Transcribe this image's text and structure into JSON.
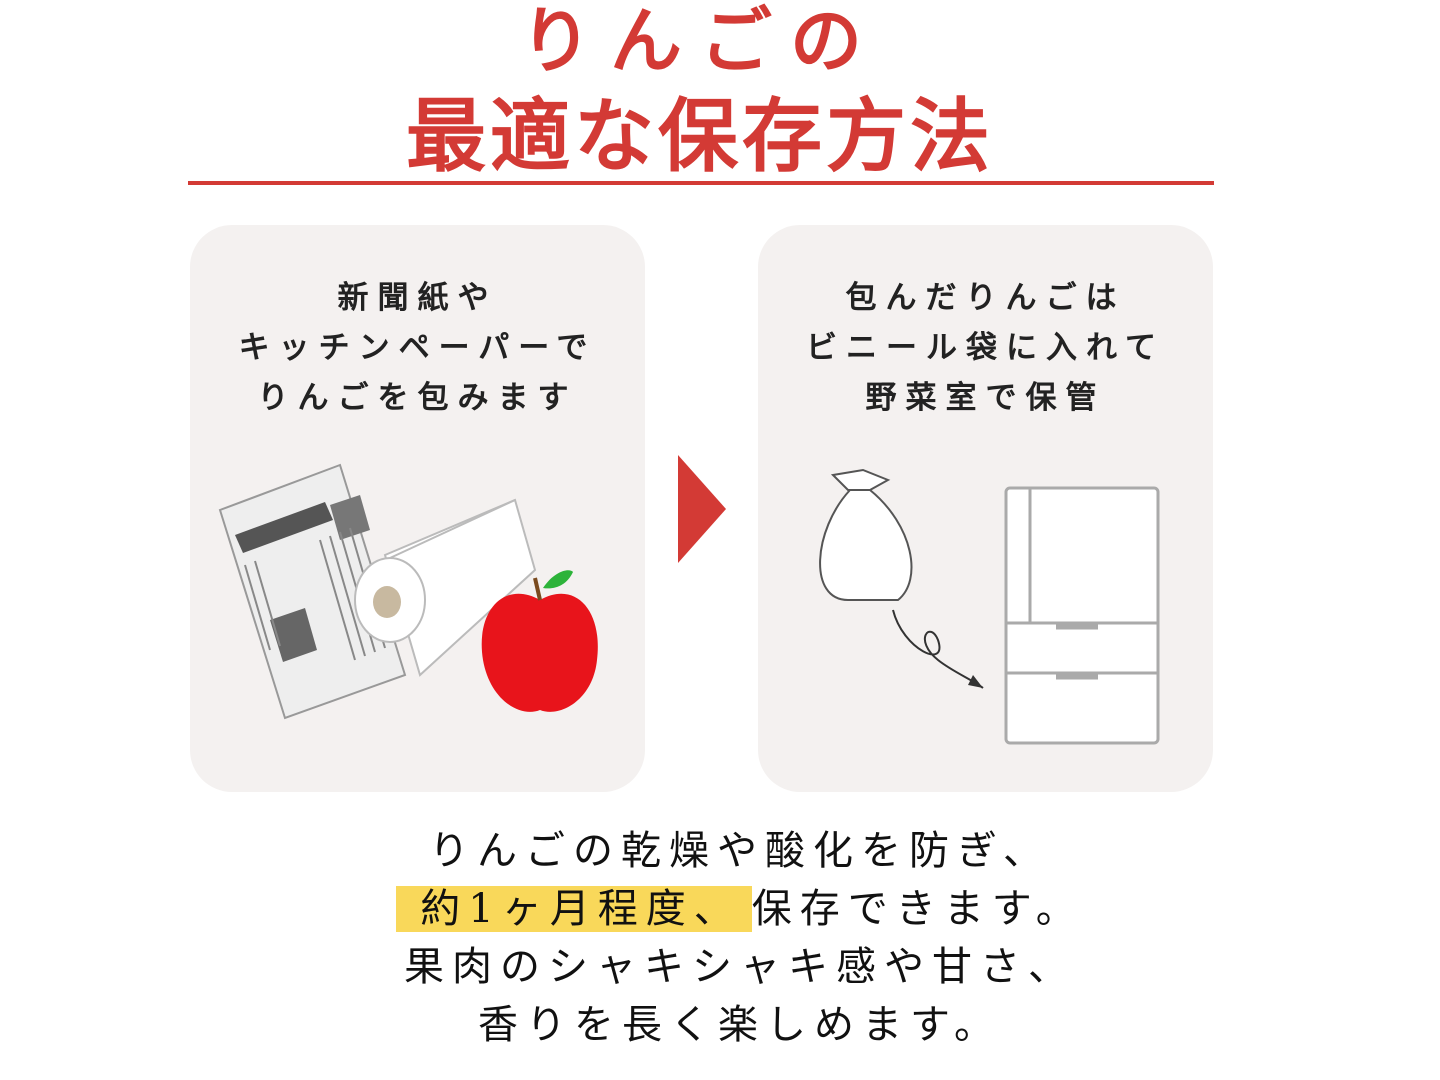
{
  "title": {
    "line1": "りんごの",
    "line2": "最適な保存方法"
  },
  "steps": [
    {
      "lines": [
        "新聞紙や",
        "キッチンペーパーで",
        "りんごを包みます"
      ]
    },
    {
      "lines": [
        "包んだりんごは",
        "ビニール袋に入れて",
        "野菜室で保管"
      ]
    }
  ],
  "summary": {
    "line1": "りんごの乾燥や酸化を防ぎ、",
    "highlight": "約1ヶ月程度、",
    "line2_rest": "保存できます。",
    "line3": "果肉のシャキシャキ感や甘さ、",
    "line4": "香りを長く楽しめます。"
  },
  "colors": {
    "accent": "#d33a35",
    "highlight": "#f9d85a",
    "card": "#f4f1f0"
  }
}
